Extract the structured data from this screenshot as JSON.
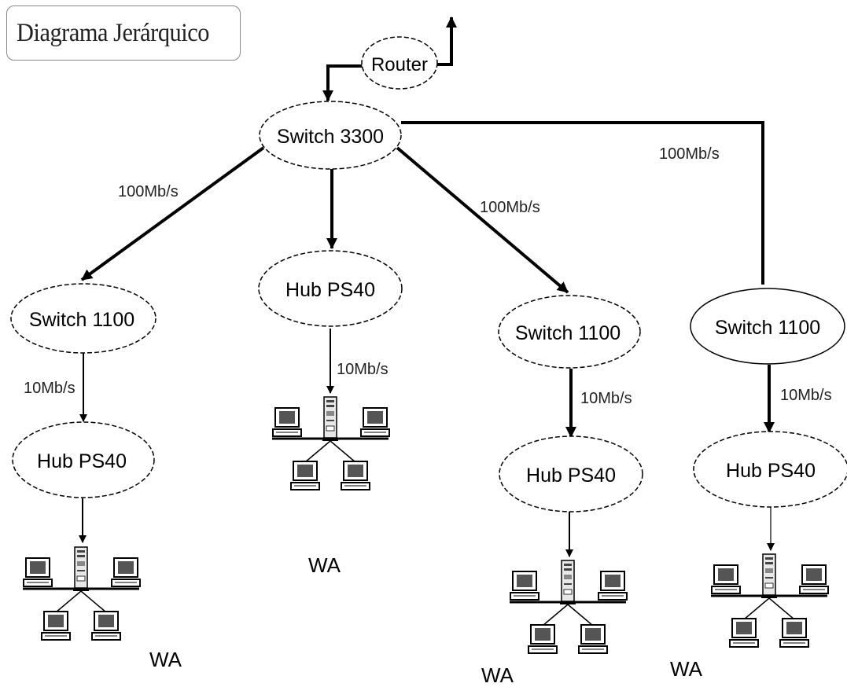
{
  "title": "Diagrama Jerárquico",
  "nodes": {
    "router": "Router",
    "core_switch": "Switch 3300",
    "switch_a": "Switch 1100",
    "hub_b": "Hub PS40",
    "switch_c": "Switch 1100",
    "switch_d": "Switch 1100",
    "hub_a": "Hub PS40",
    "hub_c": "Hub PS40",
    "hub_d": "Hub PS40"
  },
  "links": {
    "core_to_switch_a": "100Mb/s",
    "core_to_switch_c": "100Mb/s",
    "core_to_switch_d": "100Mb/s",
    "switch_a_to_hub": "10Mb/s",
    "hub_b_to_wa": "10Mb/s",
    "switch_c_to_hub": "10Mb/s",
    "switch_d_to_hub": "10Mb/s"
  },
  "groups": {
    "a": "WA",
    "b": "WA",
    "c": "WA",
    "d": "WA"
  }
}
